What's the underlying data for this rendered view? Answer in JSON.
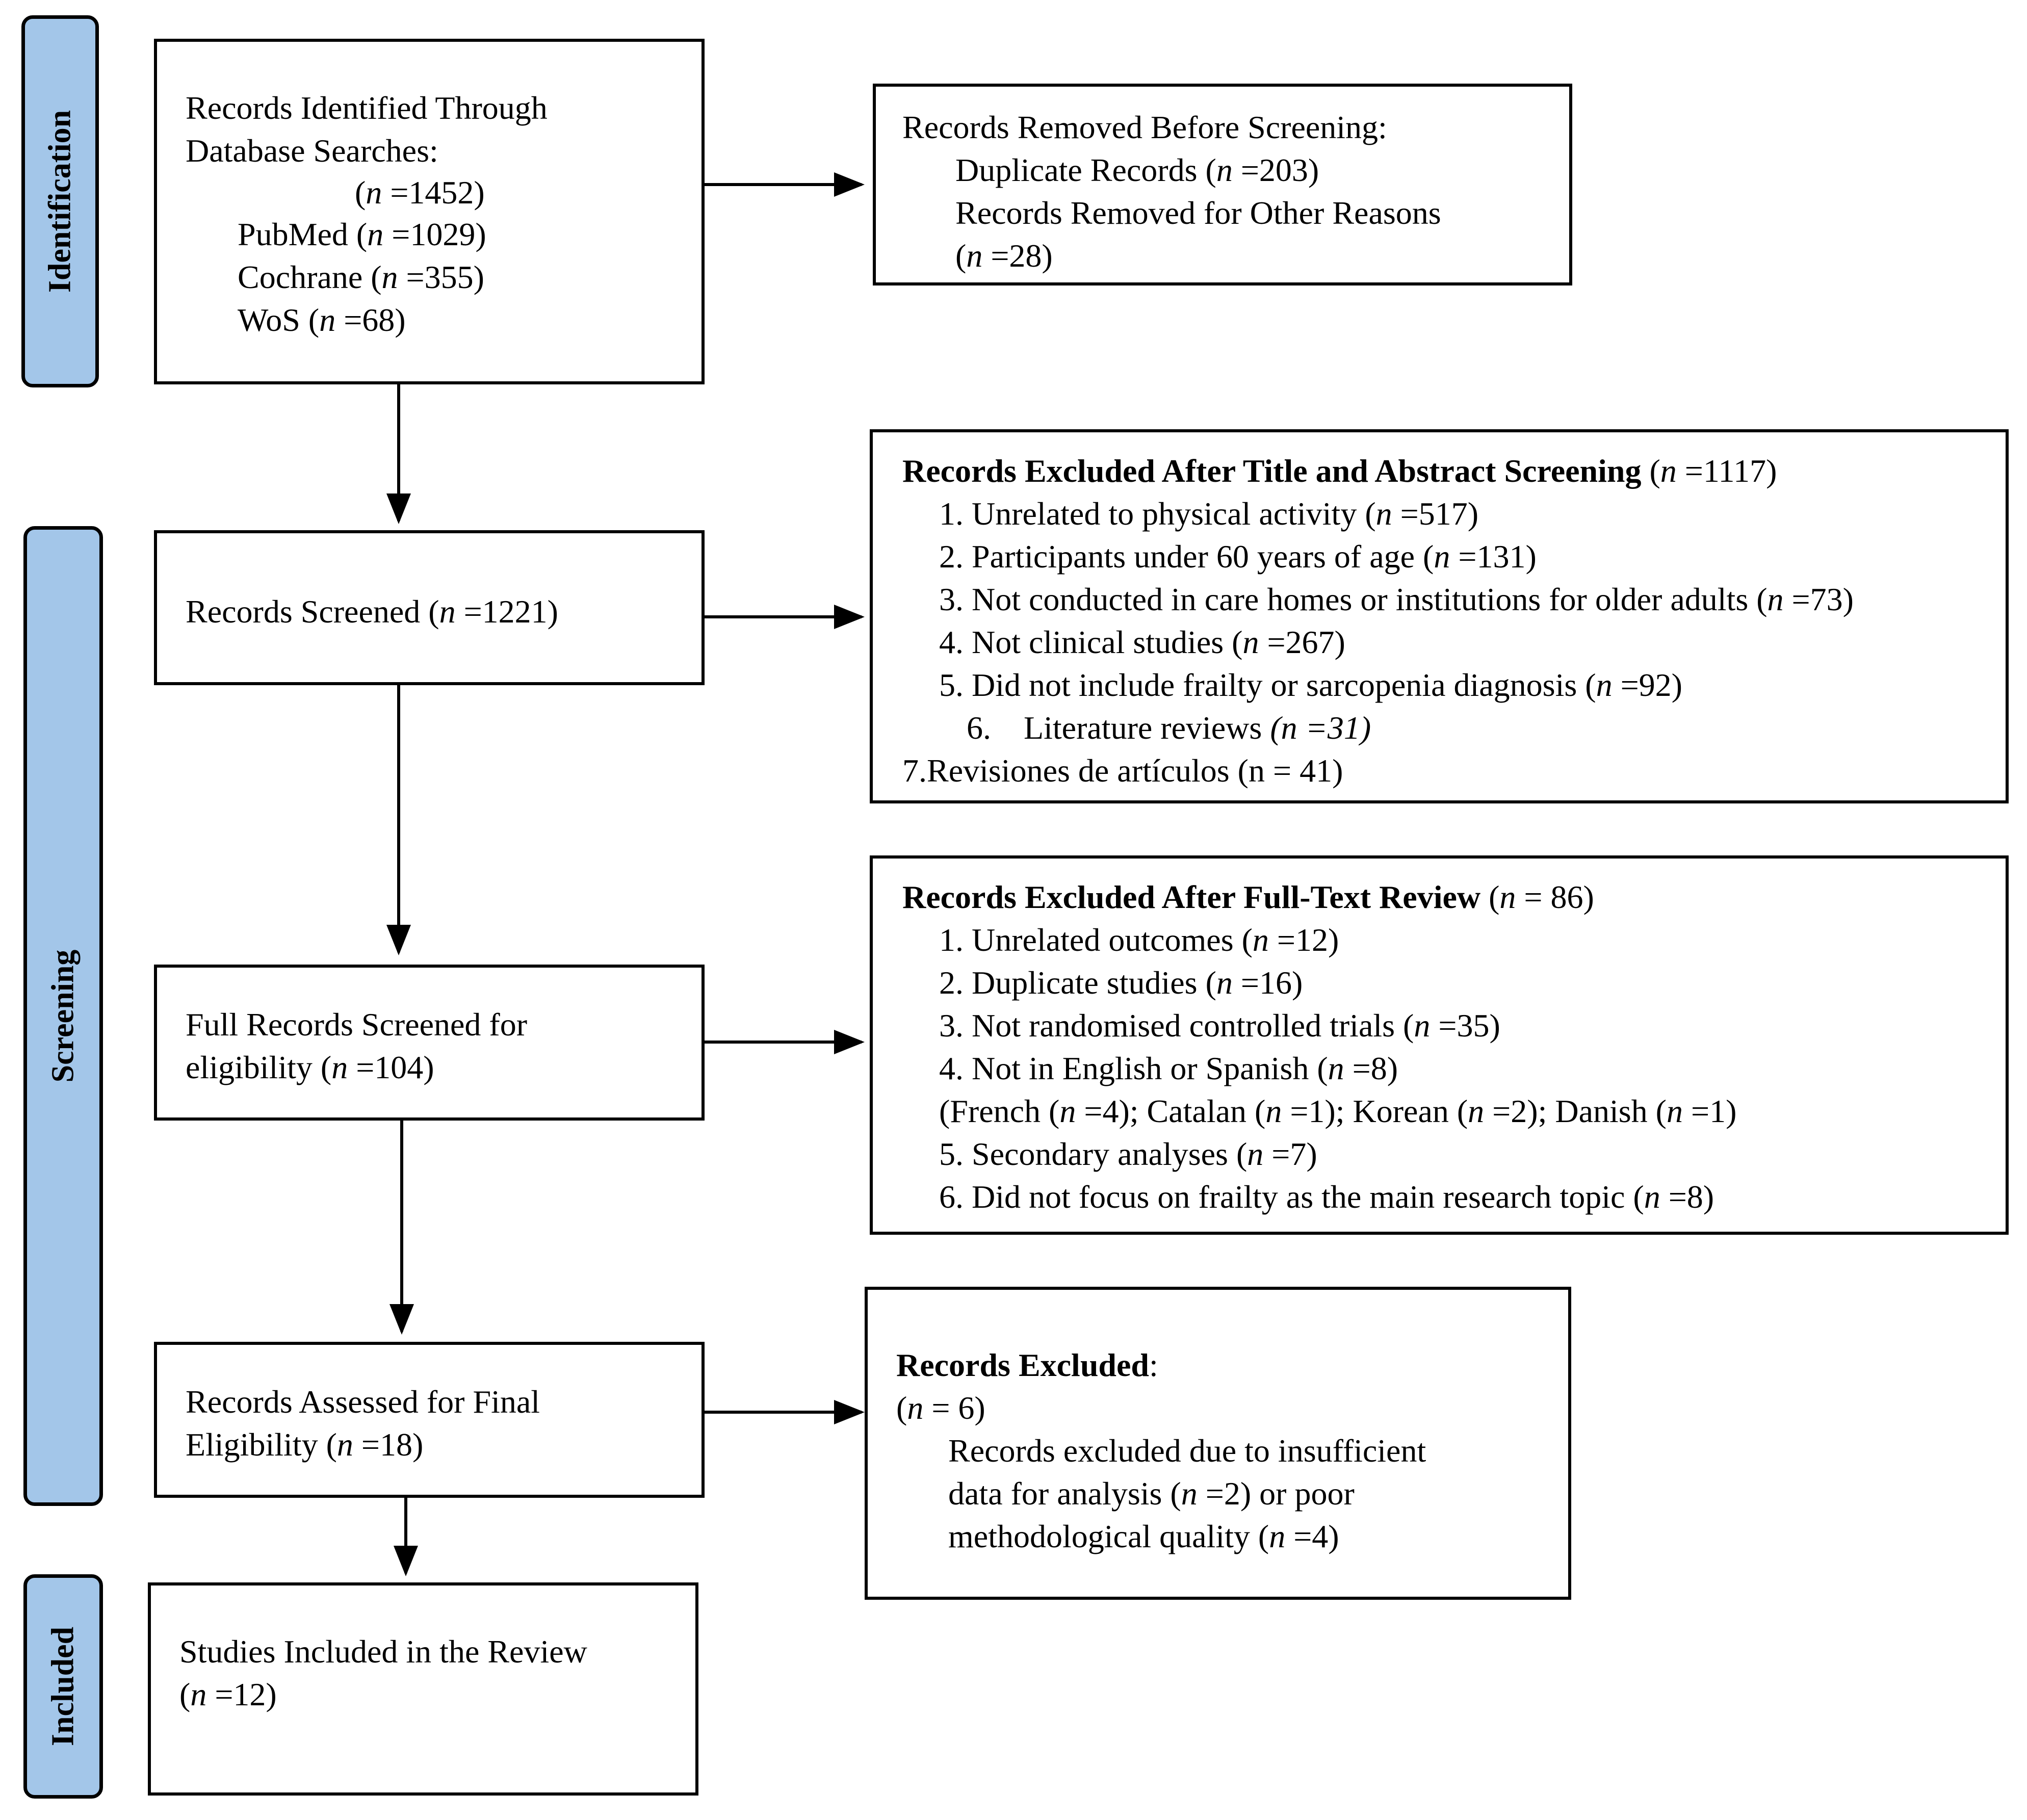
{
  "stages": {
    "identification": "Identification",
    "screening": "Screening",
    "included": "Included"
  },
  "identified": {
    "line1": "Records Identified Through",
    "line2": "Database Searches:",
    "total_n": "1452",
    "pubmed_label": "PubMed",
    "pubmed_n": "1029",
    "cochrane_label": "Cochrane",
    "cochrane_n": "355",
    "wos_label": "WoS",
    "wos_n": "68"
  },
  "removed": {
    "heading": "Records Removed Before Screening:",
    "duplicates_label": "Duplicate Records",
    "duplicates_n": "203",
    "other_label": "Records Removed for Other Reasons",
    "other_n": "28"
  },
  "screened": {
    "label": "Records Screened",
    "n": "1221"
  },
  "excluded_title_abstract": {
    "heading": "Records Excluded After Title and Abstract Screening",
    "n": "1117",
    "items": [
      {
        "num": "1.",
        "text": "Unrelated to physical activity",
        "n": "517"
      },
      {
        "num": "2.",
        "text": "Participants under 60 years of age",
        "n": "131"
      },
      {
        "num": "3.",
        "text": "Not conducted in care homes or institutions for older adults",
        "n": "73"
      },
      {
        "num": "4.",
        "text": "Not clinical studies",
        "n": "267"
      },
      {
        "num": "5.",
        "text": "Did not include frailty or sarcopenia diagnosis",
        "n": "92"
      },
      {
        "num": "6.",
        "text": "Literature reviews",
        "n": "31"
      },
      {
        "num": "7.",
        "text": "Revisiones de artículos",
        "n": "41"
      }
    ]
  },
  "full_records": {
    "line1": "Full Records Screened for",
    "line2": "eligibility",
    "n": "104"
  },
  "excluded_full_text": {
    "heading": "Records Excluded After Full-Text Review",
    "n": "86",
    "items": [
      {
        "num": "1.",
        "text": "Unrelated outcomes",
        "n": "12"
      },
      {
        "num": "2.",
        "text": "Duplicate studies",
        "n": "16"
      },
      {
        "num": "3.",
        "text": "Not randomised controlled trials",
        "n": "35"
      },
      {
        "num": "4.",
        "text": "Not in English or Spanish",
        "n": "8"
      },
      {
        "num": "5.",
        "text": "Secondary analyses",
        "n": "7"
      },
      {
        "num": "6.",
        "text": "Did not focus on frailty as the main research topic",
        "n": "8"
      }
    ],
    "languages": [
      {
        "name": "French",
        "n": "4"
      },
      {
        "name": "Catalan",
        "n": "1"
      },
      {
        "name": "Korean",
        "n": "2"
      },
      {
        "name": "Danish",
        "n": "1"
      }
    ]
  },
  "assessed": {
    "line1": "Records Assessed for Final",
    "line2": "Eligibility",
    "n": "18"
  },
  "excluded_final": {
    "heading": "Records Excluded",
    "n": "6",
    "line1": "Records excluded due to insufficient",
    "line2_pre": "data for analysis",
    "insufficient_n": "2",
    "line2_post": "or poor",
    "line3_pre": "methodological quality",
    "poor_quality_n": "4"
  },
  "included": {
    "label": "Studies Included in the Review",
    "n": "12"
  }
}
